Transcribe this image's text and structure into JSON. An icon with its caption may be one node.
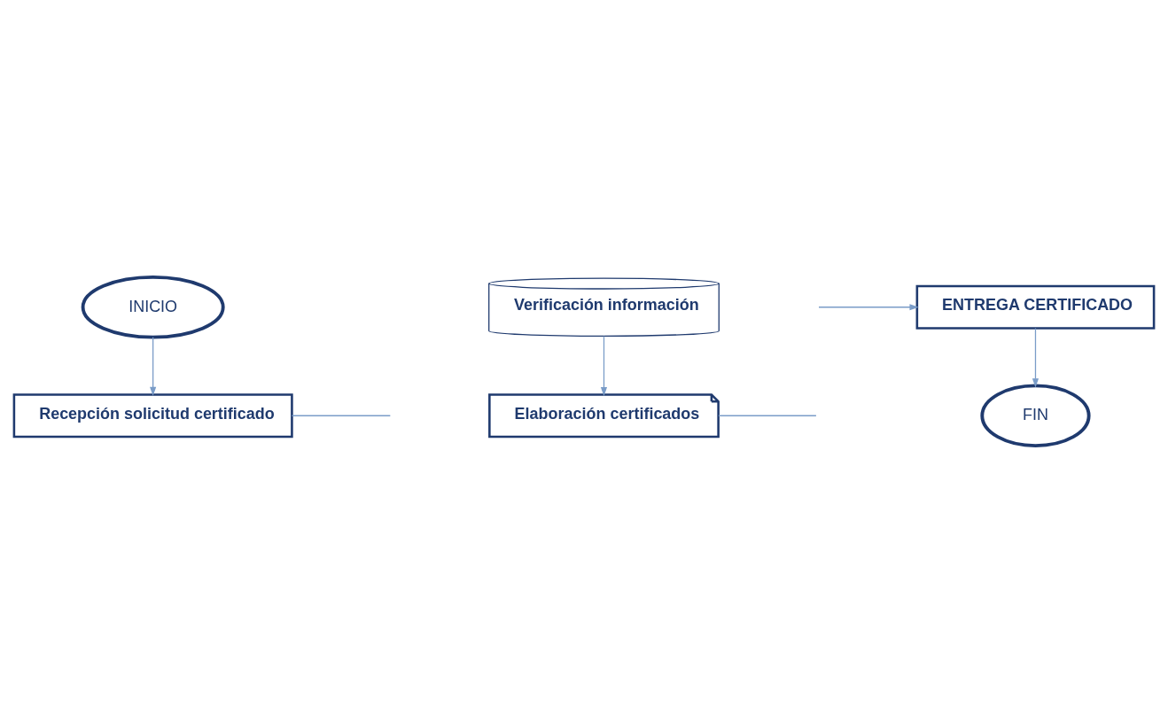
{
  "diagram": {
    "nodes": [
      {
        "text": [
          "INICIO"
        ]
      },
      {
        "text": [
          "Recepción solicitud certificado"
        ]
      },
      {
        "text": [
          "Verificación información"
        ]
      },
      {
        "text": [
          "Elaboración certificados"
        ]
      },
      {
        "text": [
          "ENTREGA CERTIFICADO"
        ]
      },
      {
        "text": [
          "FIN"
        ]
      }
    ],
    "edges": [
      {
        "from": 0,
        "to": 1,
        "arrow": "to"
      },
      {
        "from": 1,
        "to": null,
        "arrow": "none"
      },
      {
        "from": 2,
        "to": 3,
        "arrow": "to"
      },
      {
        "from": 3,
        "to": null,
        "arrow": "none"
      },
      {
        "from": null,
        "to": 4,
        "arrow": "to"
      },
      {
        "from": 4,
        "to": 5,
        "arrow": "to"
      }
    ]
  }
}
